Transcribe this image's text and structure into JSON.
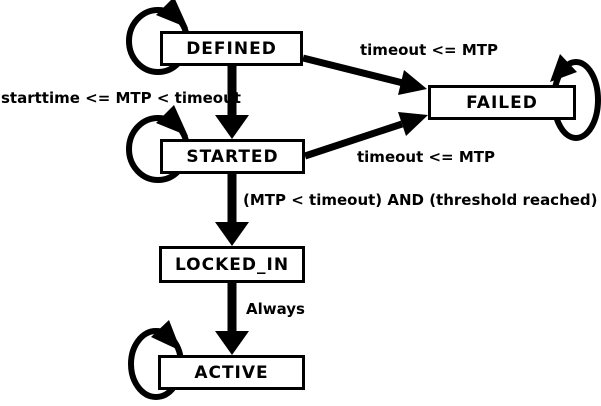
{
  "diagram": {
    "type": "state-machine",
    "colors": {
      "stroke": "#000000",
      "fill": "#ffffff",
      "background": "#ffffff"
    },
    "states": [
      {
        "id": "defined",
        "label": "DEFINED",
        "self_loop": true
      },
      {
        "id": "started",
        "label": "STARTED",
        "self_loop": true
      },
      {
        "id": "failed",
        "label": "FAILED",
        "self_loop": true
      },
      {
        "id": "locked_in",
        "label": "LOCKED_IN",
        "self_loop": false
      },
      {
        "id": "active",
        "label": "ACTIVE",
        "self_loop": true
      }
    ],
    "transitions": [
      {
        "from": "defined",
        "to": "failed",
        "label": "timeout <= MTP"
      },
      {
        "from": "defined",
        "to": "started",
        "label": "starttime <= MTP < timeout"
      },
      {
        "from": "started",
        "to": "failed",
        "label": "timeout <= MTP"
      },
      {
        "from": "started",
        "to": "locked_in",
        "label": "(MTP < timeout) AND (threshold reached)"
      },
      {
        "from": "locked_in",
        "to": "active",
        "label": "Always"
      },
      {
        "from": "defined",
        "to": "defined",
        "label": ""
      },
      {
        "from": "started",
        "to": "started",
        "label": ""
      },
      {
        "from": "failed",
        "to": "failed",
        "label": ""
      },
      {
        "from": "active",
        "to": "active",
        "label": ""
      }
    ]
  }
}
